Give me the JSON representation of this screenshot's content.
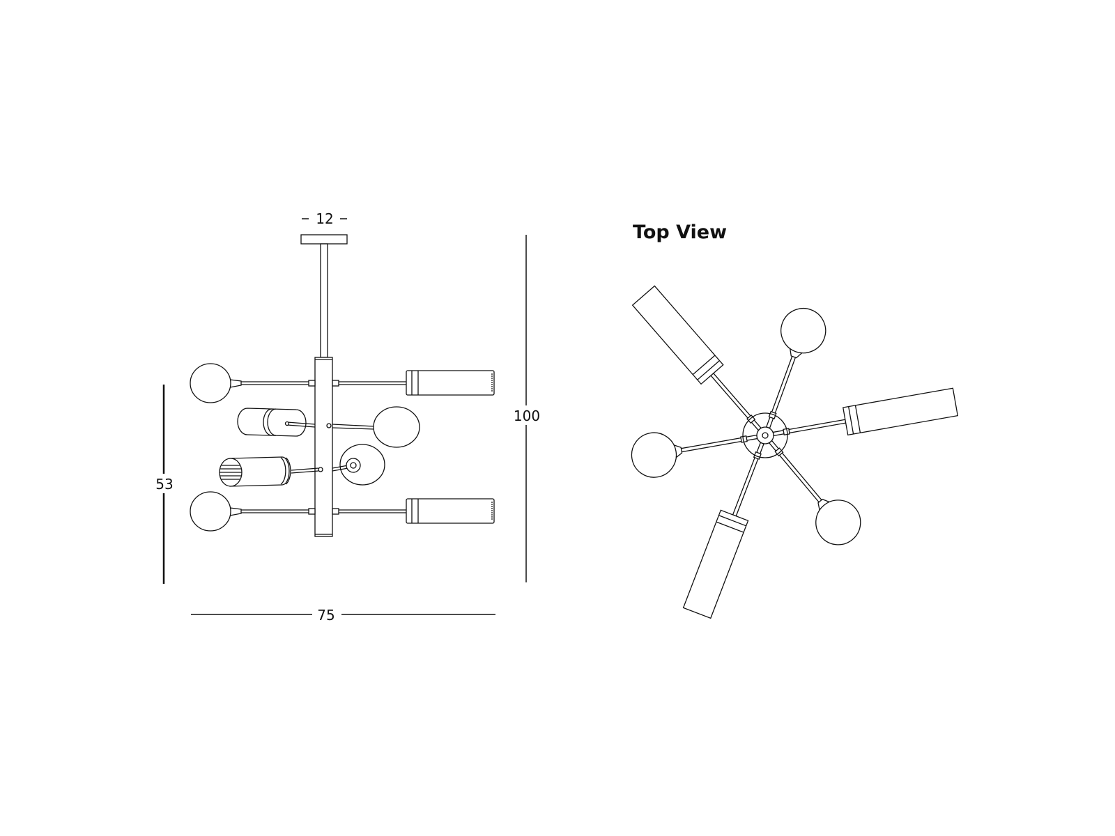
{
  "front_view": {
    "dimensions": {
      "canopy_width": "12",
      "total_height": "100",
      "body_height": "53",
      "total_width": "75"
    },
    "unit_hint": "cm"
  },
  "top_view": {
    "title": "Top View"
  },
  "colors": {
    "line": "#111111",
    "background": "#ffffff"
  }
}
